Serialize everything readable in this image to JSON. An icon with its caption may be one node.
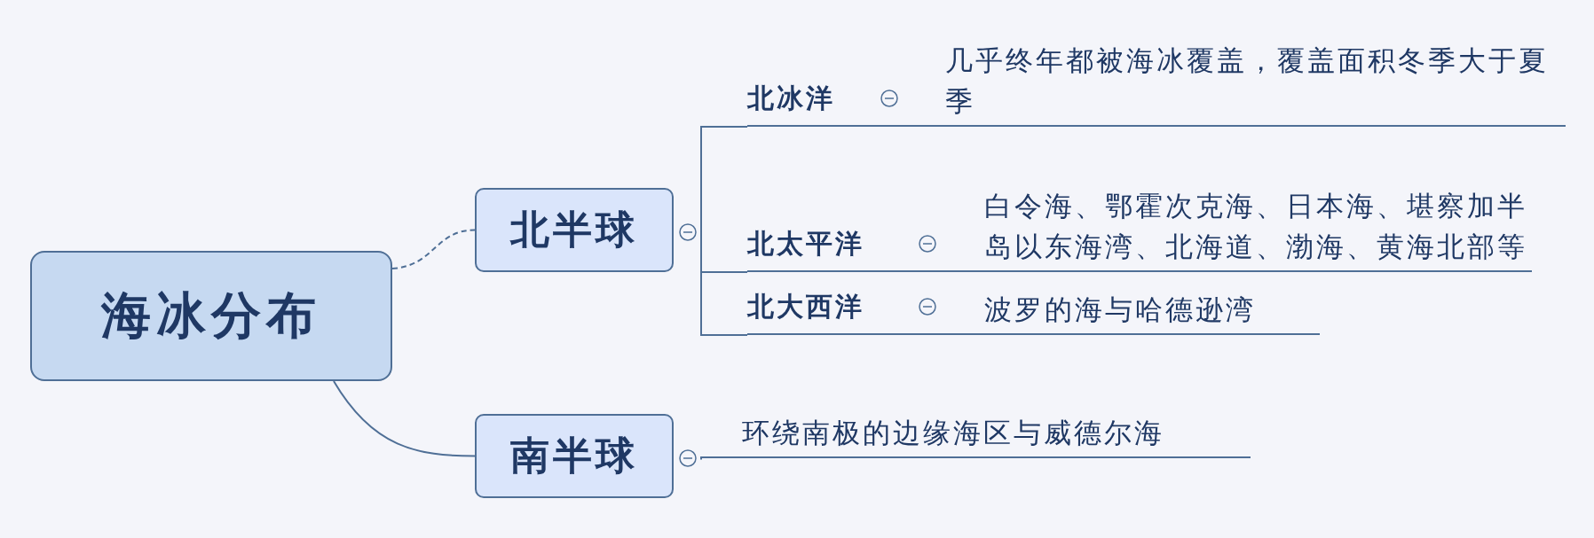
{
  "diagram": {
    "nodes": [
      {
        "text": [
          "海冰分布"
        ]
      },
      {
        "text": [
          "北半球"
        ]
      },
      {
        "text": [
          "南半球"
        ]
      },
      {
        "text": [
          "北冰洋"
        ]
      },
      {
        "text": [
          "几乎终年都被海冰覆盖，覆盖面积冬季大于夏季"
        ]
      },
      {
        "text": [
          "北太平洋"
        ]
      },
      {
        "text": [
          "白令海、鄂霍次克海、日本海、堪察加半岛以东海湾、北海道、渤海、黄海北部等"
        ]
      },
      {
        "text": [
          "北大西洋"
        ]
      },
      {
        "text": [
          "波罗的海与哈德逊湾"
        ]
      },
      {
        "text": [
          "环绕南极的边缘海区与威德尔海"
        ]
      }
    ],
    "edges": [
      {
        "from": 0,
        "to": 1,
        "arrow": "none",
        "style": "dashed"
      },
      {
        "from": 0,
        "to": 2,
        "arrow": "none"
      },
      {
        "from": 1,
        "to": 3,
        "arrow": "none"
      },
      {
        "from": 1,
        "to": 5,
        "arrow": "none"
      },
      {
        "from": 1,
        "to": 7,
        "arrow": "none"
      },
      {
        "from": 3,
        "to": 4,
        "arrow": "none"
      },
      {
        "from": 5,
        "to": 6,
        "arrow": "none"
      },
      {
        "from": 7,
        "to": 8,
        "arrow": "none"
      },
      {
        "from": 2,
        "to": 9,
        "arrow": "none"
      }
    ]
  }
}
